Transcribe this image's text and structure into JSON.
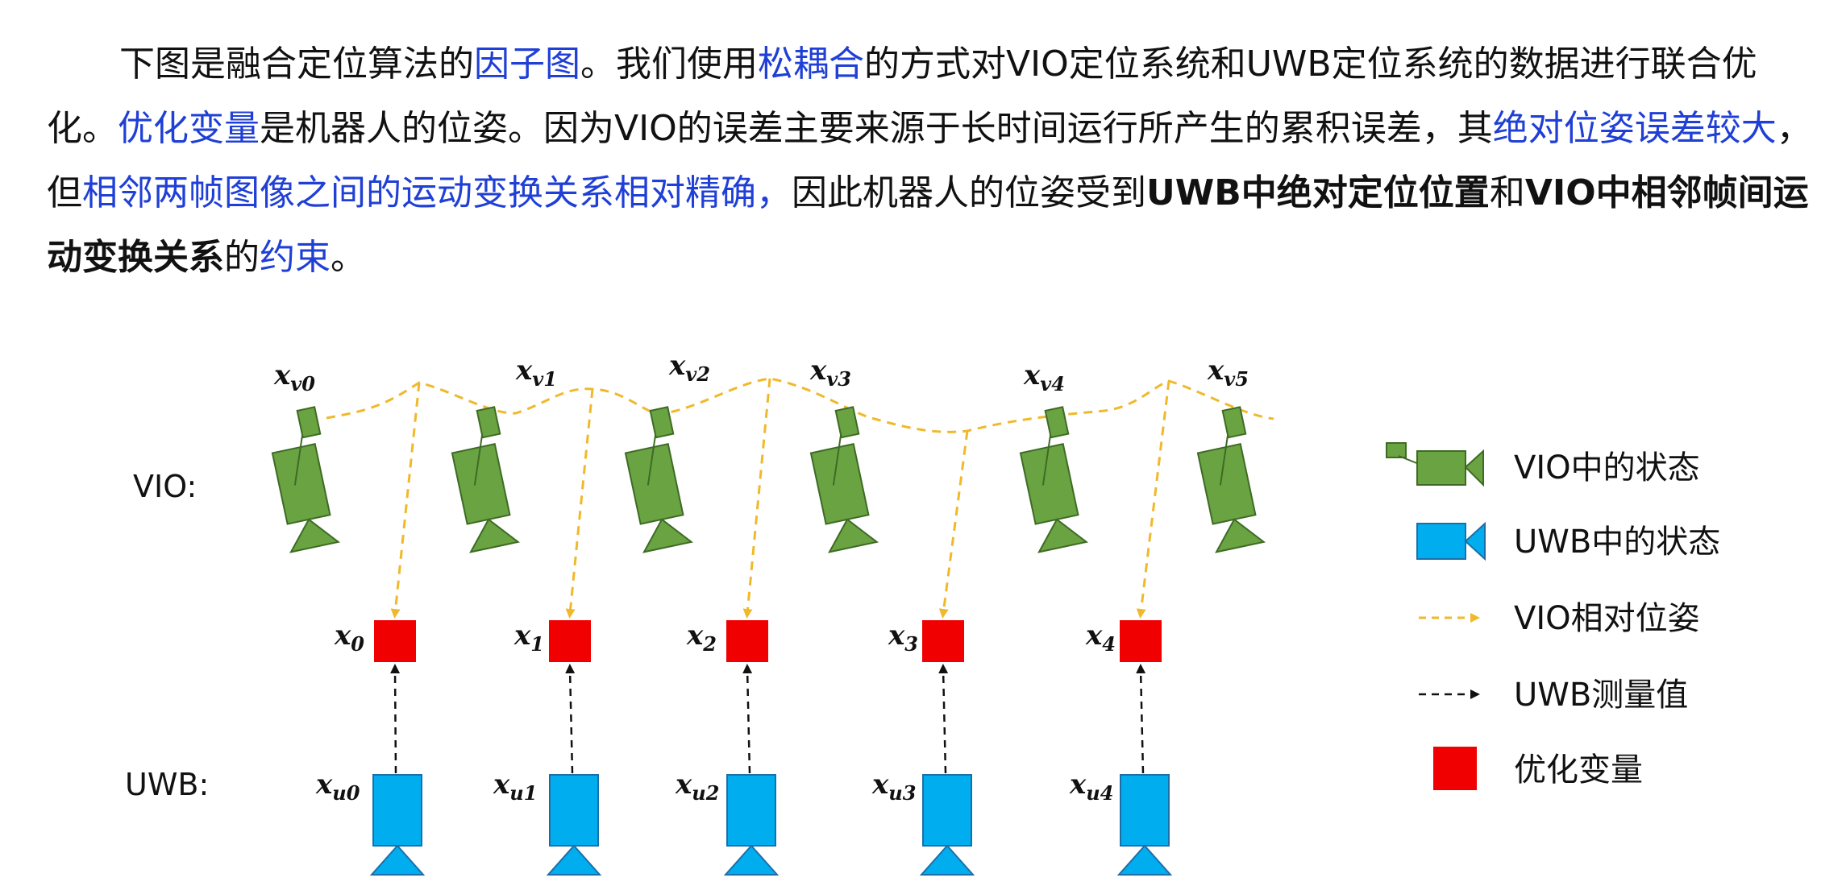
{
  "paragraph": {
    "segments": [
      {
        "text": "下图是融合定位算法的",
        "style": "normal"
      },
      {
        "text": "因子图",
        "style": "blue"
      },
      {
        "text": "。我们使用",
        "style": "normal"
      },
      {
        "text": "松耦合",
        "style": "blue"
      },
      {
        "text": "的方式对VIO定位系统和UWB定位系统的数据进行联合优化。",
        "style": "normal"
      },
      {
        "text": "优化变量",
        "style": "blue"
      },
      {
        "text": "是机器人的位姿。因为VIO的误差主要来源于长时间运行所产生的累积误差，其",
        "style": "normal"
      },
      {
        "text": "绝对位姿误差较大",
        "style": "blue"
      },
      {
        "text": "，但",
        "style": "normal"
      },
      {
        "text": "相邻两帧图像之间的运动变换关系相对精确，",
        "style": "blue"
      },
      {
        "text": "因此机器人的位姿受到",
        "style": "normal"
      },
      {
        "text": "UWB中绝对定位位置",
        "style": "bold"
      },
      {
        "text": "和",
        "style": "normal"
      },
      {
        "text": "VIO中相邻帧间运动变换关系",
        "style": "bold"
      },
      {
        "text": "的",
        "style": "normal"
      },
      {
        "text": "约束",
        "style": "blue"
      },
      {
        "text": "。",
        "style": "normal"
      }
    ]
  },
  "diagram": {
    "row_labels": {
      "vio": "VIO:",
      "uwb": "UWB:"
    },
    "vio_nodes": [
      {
        "sym": "x",
        "sub": "v0"
      },
      {
        "sym": "x",
        "sub": "v1"
      },
      {
        "sym": "x",
        "sub": "v2"
      },
      {
        "sym": "x",
        "sub": "v3"
      },
      {
        "sym": "x",
        "sub": "v4"
      },
      {
        "sym": "x",
        "sub": "v5"
      }
    ],
    "opt_nodes": [
      {
        "sym": "x",
        "sub": "0"
      },
      {
        "sym": "x",
        "sub": "1"
      },
      {
        "sym": "x",
        "sub": "2"
      },
      {
        "sym": "x",
        "sub": "3"
      },
      {
        "sym": "x",
        "sub": "4"
      }
    ],
    "uwb_nodes": [
      {
        "sym": "x",
        "sub": "u0"
      },
      {
        "sym": "x",
        "sub": "u1"
      },
      {
        "sym": "x",
        "sub": "u2"
      },
      {
        "sym": "x",
        "sub": "u3"
      },
      {
        "sym": "x",
        "sub": "u4"
      }
    ],
    "colors": {
      "vio_fill": "#6aa342",
      "vio_stroke": "#3e6b24",
      "uwb_fill": "#00aeef",
      "uwb_stroke": "#1b6fa8",
      "opt_fill": "#f00000",
      "relative_edge": "#f0b92b",
      "measure_edge": "#111111"
    }
  },
  "legend": {
    "items": [
      {
        "icon": "vio-camera-icon",
        "label": "VIO中的状态"
      },
      {
        "icon": "uwb-camera-icon",
        "label": "UWB中的状态"
      },
      {
        "icon": "yellow-dashed-arrow-icon",
        "label": "VIO相对位姿"
      },
      {
        "icon": "black-dashed-arrow-icon",
        "label": "UWB测量值"
      },
      {
        "icon": "red-square-icon",
        "label": "优化变量"
      }
    ]
  }
}
